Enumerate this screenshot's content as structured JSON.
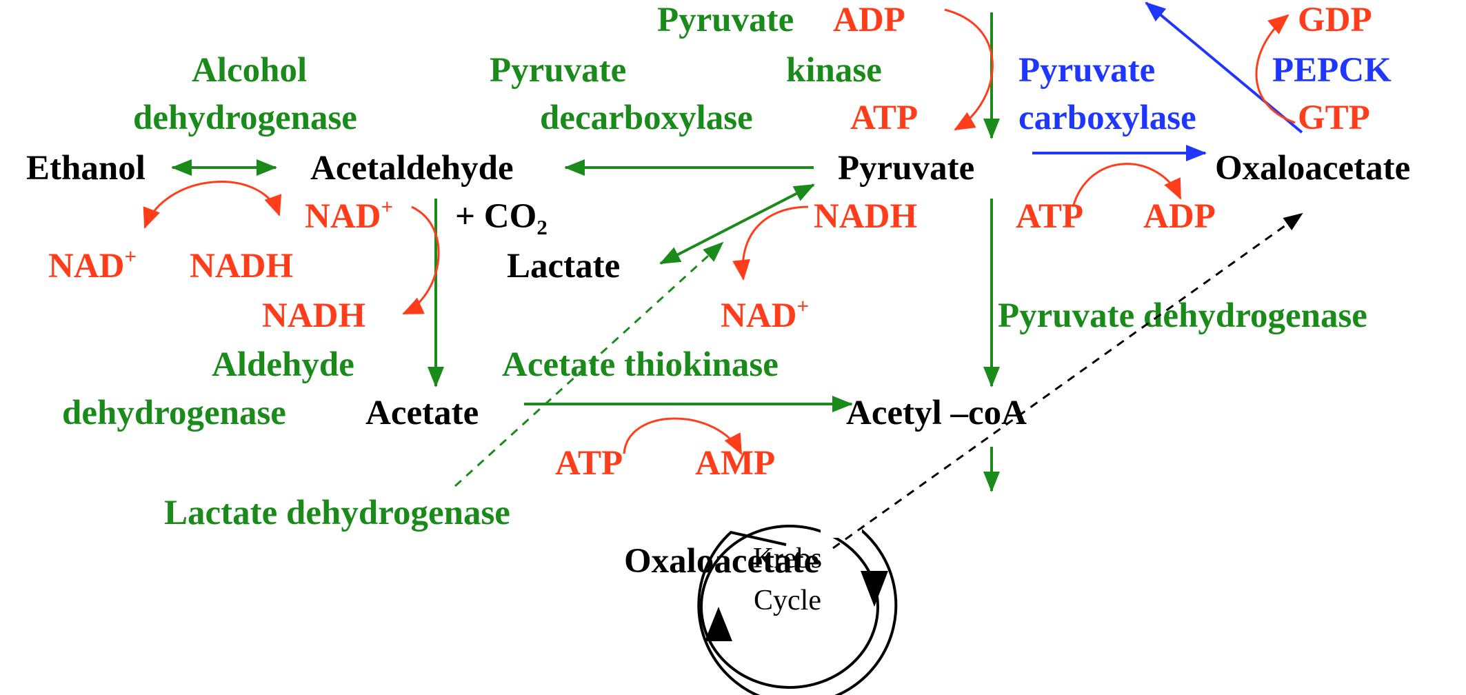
{
  "colors": {
    "metabolite": "#000000",
    "enzyme": "#1a8a1a",
    "cofactor": "#ff3d1a",
    "gluconeogenesis": "#1f36ff"
  },
  "metabolites": {
    "ethanol": "Ethanol",
    "acetaldehyde": "Acetaldehyde",
    "co2_prefix": "+ CO",
    "co2_sub": "2",
    "pyruvate": "Pyruvate",
    "oxaloacetate_top": "Oxaloacetate",
    "lactate": "Lactate",
    "acetate": "Acetate",
    "acetyl_coa": "Acetyl –coA",
    "oxaloacetate_bottom": "Oxaloacetate"
  },
  "enzymes": {
    "alcohol_dh_line1": "Alcohol",
    "alcohol_dh_line2": "dehydrogenase",
    "pyruvate_decarb_line1": "Pyruvate",
    "pyruvate_decarb_line2": "decarboxylase",
    "pyruvate_kinase_line1": "Pyruvate",
    "pyruvate_kinase_line2": "kinase",
    "pyruvate_dh": "Pyruvate dehydrogenase",
    "aldehyde_dh_line1": "Aldehyde",
    "aldehyde_dh_line2": "dehydrogenase",
    "acetate_thiokinase": "Acetate thiokinase",
    "lactate_dh": "Lactate dehydrogenase"
  },
  "gluconeogenic_enzymes": {
    "pyruvate_carb_line1": "Pyruvate",
    "pyruvate_carb_line2": "carboxylase",
    "pepck": "PEPCK"
  },
  "cofactors": {
    "adp_pk": "ADP",
    "atp_pk": "ATP",
    "gdp": "GDP",
    "gtp": "GTP",
    "atp_pc": "ATP",
    "adp_pc": "ADP",
    "nad_adh": "NAD",
    "nadh_adh": "NADH",
    "nad_aldh": "NAD",
    "nadh_aldh": "NADH",
    "nadh_ldh": "NADH",
    "nad_ldh": "NAD",
    "atp_ath": "ATP",
    "amp_ath": "AMP",
    "plus_sup": "+"
  },
  "krebs": {
    "line1": "Krebs",
    "line2": "Cycle"
  }
}
